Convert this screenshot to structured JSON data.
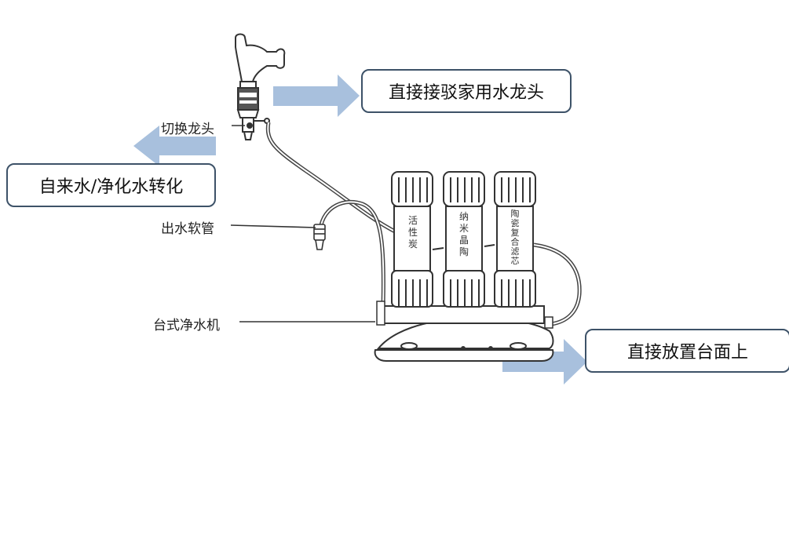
{
  "callouts": {
    "faucet_connect": "直接接驳家用水龙头",
    "tap_switch": "自来水/净化水转化",
    "countertop": "直接放置台面上"
  },
  "labels": {
    "switch_tap": "切换龙头",
    "outlet_hose": "出水软管",
    "desktop_purifier": "台式净水机"
  },
  "cartridges": {
    "left": [
      "活",
      "性",
      "炭"
    ],
    "middle": [
      "纳",
      "米",
      "晶",
      "陶"
    ],
    "right": [
      "陶",
      "瓷",
      "复",
      "合",
      "滤",
      "芯"
    ]
  },
  "colors": {
    "arrow": "#a8c0dd",
    "callout_border": "#3d5268",
    "line": "#333333"
  }
}
